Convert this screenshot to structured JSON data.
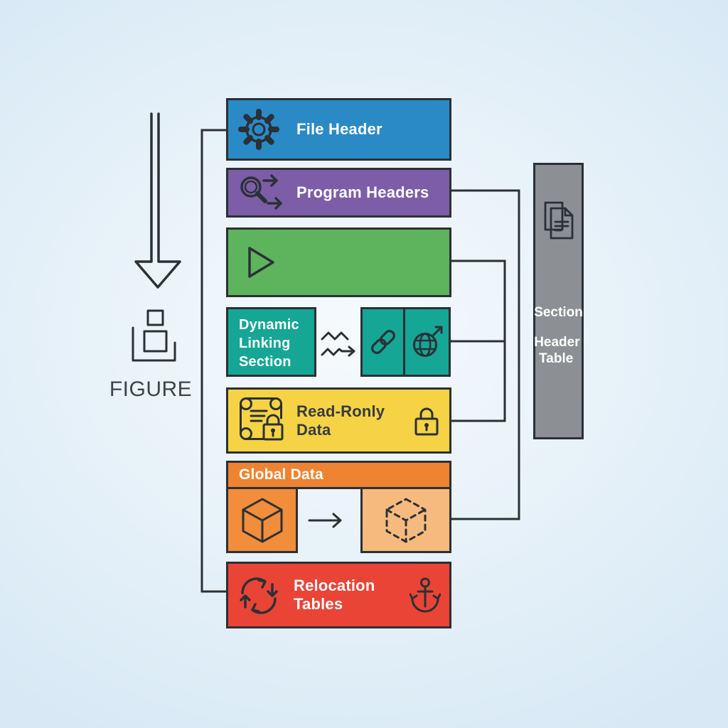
{
  "colors": {
    "background_outer": "#d8e9f5",
    "background_inner": "#f6fafd",
    "ink": "#2b3036",
    "blue": "#2a8ac6",
    "purple": "#7d5da8",
    "green": "#5eb45c",
    "teal": "#15a695",
    "yellow": "#f6d344",
    "orange_dark": "#ee8432",
    "orange": "#f18d3b",
    "orange_light": "#f6ba7e",
    "red": "#ea4436",
    "gray": "#8c8f93"
  },
  "figure": {
    "label": "FIGURE"
  },
  "blocks": {
    "file_header": {
      "label": "File Header",
      "icon": "gear-icon"
    },
    "program_headers": {
      "label": "Program Headers",
      "icon": "magnifier-arrows-icon"
    },
    "code_block": {
      "label": "",
      "icon": "play-icon"
    },
    "dynamic_linking": {
      "label": "Dynamic Linking Section"
    },
    "linked_resources": {
      "icons": [
        "chain-link-icon",
        "globe-arrow-icon"
      ],
      "connector": "squiggle-arrow"
    },
    "read_only_data": {
      "label": "Read-Ronly Data",
      "icons": [
        "scroll-lock-icon",
        "padlock-icon"
      ]
    },
    "global_data": {
      "label": "Global Data",
      "icons": [
        "cube-icon",
        "arrow-right-icon",
        "cube-dashed-icon"
      ]
    },
    "relocation_tables": {
      "label": "Relocation Tables",
      "icons": [
        "recycle-icon",
        "anchor-icon"
      ]
    },
    "section_header_table": {
      "label_top": "Section",
      "label_bottom": "Header Table",
      "icon": "documents-icon"
    }
  }
}
